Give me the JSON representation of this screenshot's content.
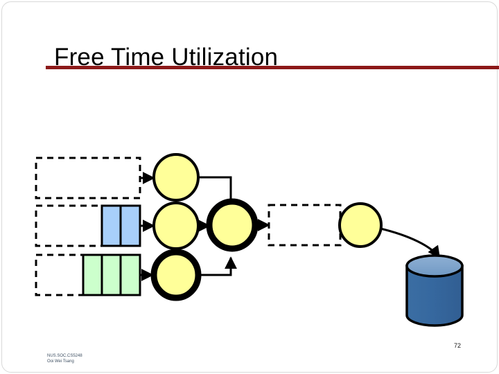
{
  "slide": {
    "title": "Free Time Utilization",
    "rule_color": "#8C1919",
    "background": "#FFFFFF",
    "page_number": "72",
    "footer_id": "NUS.SOC.CS5248",
    "footer_author": "Ooi Wei Tsang"
  },
  "diagram": {
    "type": "dataflow",
    "node_fill_yellow": "#FFFF99",
    "cell_fill_blue": "#A8CFFA",
    "cell_fill_green": "#CCFFCC",
    "cylinder_body": "#36689F",
    "cylinder_top": "#7FA5CC",
    "stroke": "#000000",
    "queues": [
      {
        "name": "queue-top",
        "filled_cells": 0,
        "cell_color": "none",
        "label": ""
      },
      {
        "name": "queue-middle",
        "filled_cells": 2,
        "cell_color": "#A8CFFA",
        "label": ""
      },
      {
        "name": "queue-bottom",
        "filled_cells": 3,
        "cell_color": "#CCFFCC",
        "label": ""
      }
    ],
    "nodes": [
      {
        "name": "node-top",
        "emphasis": "thin",
        "label": ""
      },
      {
        "name": "node-middle",
        "emphasis": "thin",
        "label": ""
      },
      {
        "name": "node-bottom",
        "emphasis": "thick",
        "label": ""
      },
      {
        "name": "node-merge",
        "emphasis": "thick",
        "label": ""
      },
      {
        "name": "node-output",
        "emphasis": "thin",
        "label": ""
      }
    ],
    "output_queue": {
      "name": "queue-output",
      "filled_cells": 0,
      "label": ""
    },
    "storage": {
      "name": "storage-cylinder",
      "label": ""
    }
  }
}
